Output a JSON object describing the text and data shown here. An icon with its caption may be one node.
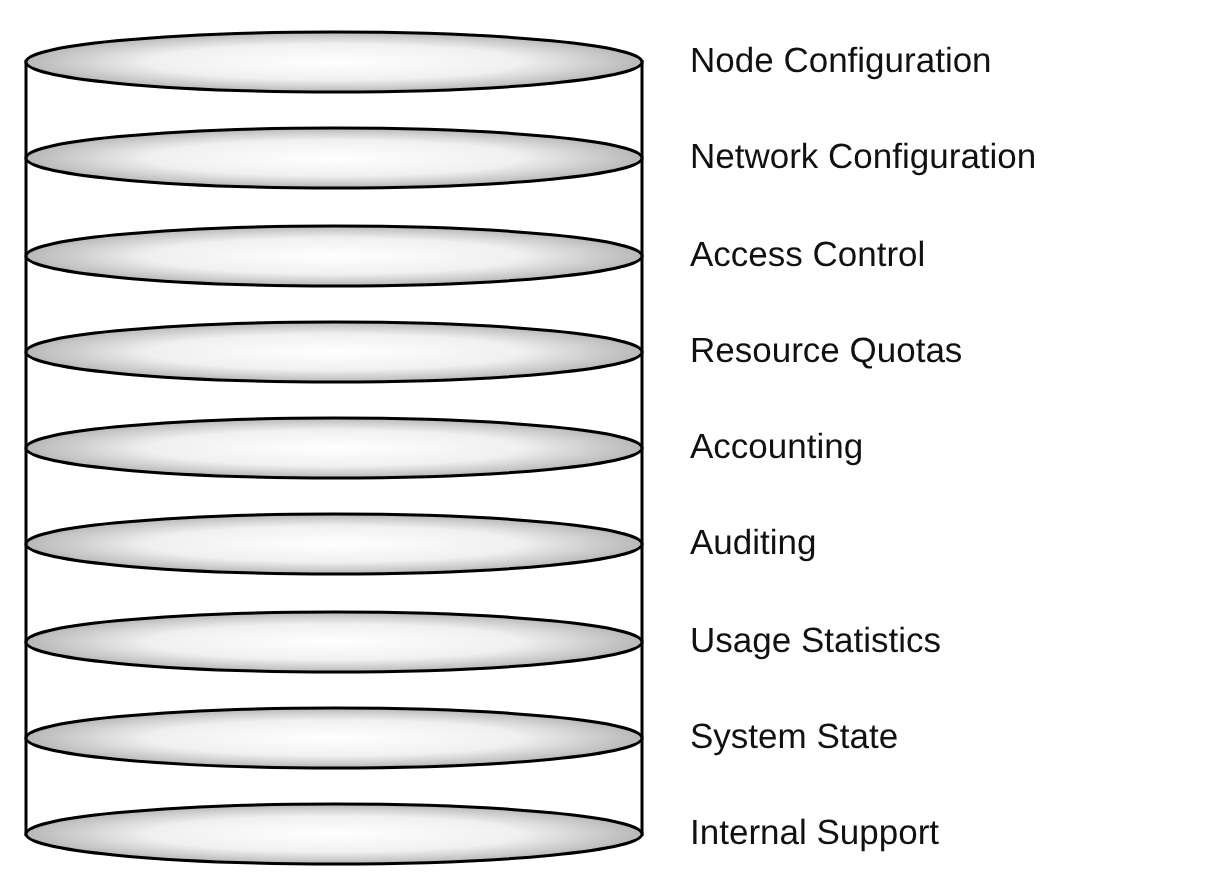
{
  "diagram": {
    "nodes": [
      {
        "text": [],
        "shape": "ellipse",
        "beside": [
          "Node Configuration"
        ]
      },
      {
        "text": [],
        "shape": "ellipse",
        "beside": [
          "Network Configuration"
        ]
      },
      {
        "text": [],
        "shape": "ellipse",
        "beside": [
          "Access Control"
        ]
      },
      {
        "text": [],
        "shape": "ellipse",
        "beside": [
          "Resource Quotas"
        ]
      },
      {
        "text": [],
        "shape": "ellipse",
        "beside": [
          "Accounting"
        ]
      },
      {
        "text": [],
        "shape": "ellipse",
        "beside": [
          "Auditing"
        ]
      },
      {
        "text": [],
        "shape": "ellipse",
        "beside": [
          "Usage Statistics"
        ]
      },
      {
        "text": [],
        "shape": "ellipse",
        "beside": [
          "System State"
        ]
      },
      {
        "text": [],
        "shape": "ellipse",
        "beside": [
          "Internal Support"
        ]
      }
    ]
  }
}
